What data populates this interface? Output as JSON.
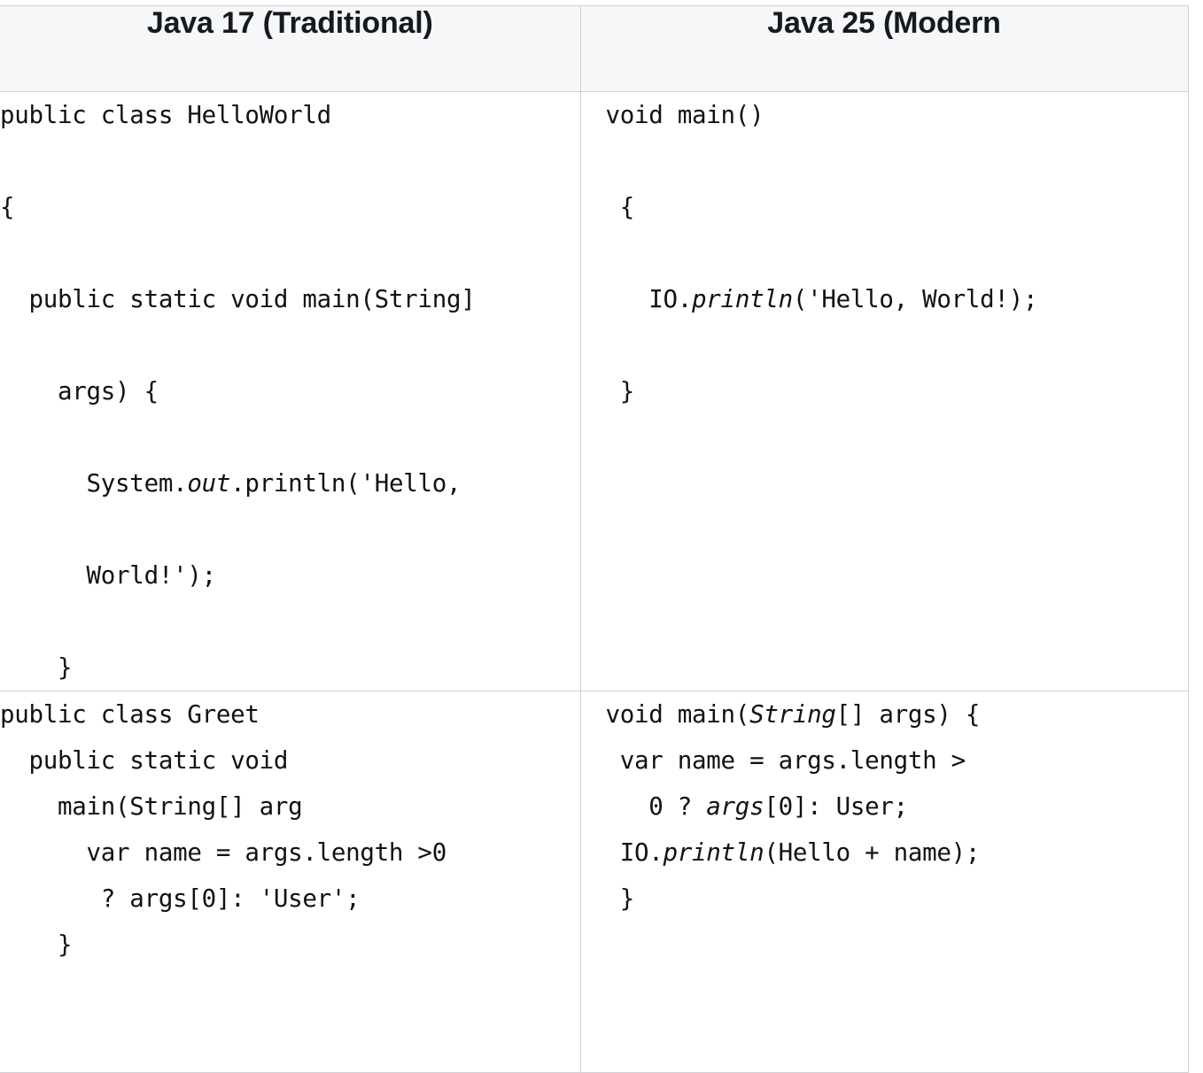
{
  "table": {
    "headers": [
      {
        "label": "Java 17 (Traditional)"
      },
      {
        "label": "Java 25 (Modern"
      }
    ],
    "rows": [
      {
        "left": "public class HelloWorld\n\n{\n\n  public static void main(String]\n\n    args) {\n\n      System.<i>out</i>.println('Hello,\n\n      World!');\n\n    }",
        "right": "void main()\n\n {\n\n   IO.<i>println</i>('Hello, World!);\n\n }"
      },
      {
        "left": "public class Greet\n  public static void\n    main(String[] arg\n      var name = args.length >0\n       ? args[0]: 'User';\n    }",
        "right": "void main(<i>String</i>[] args) {\n var name = args.length >\n   0 ? <i>args</i>[0]: User;\n IO.<i>println</i>(Hello + name);\n }"
      }
    ]
  },
  "colors": {
    "border": "#cfd2d6",
    "header_bg": "#f6f7f9",
    "text": "#101215",
    "page_bg": "#ffffff"
  }
}
